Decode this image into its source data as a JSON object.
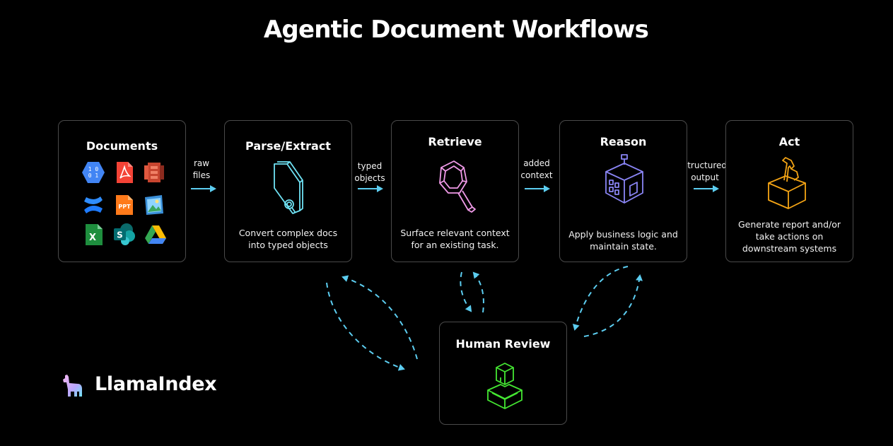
{
  "title": "Agentic Document Workflows",
  "nodes": {
    "documents": {
      "title": "Documents"
    },
    "parse": {
      "title": "Parse/Extract",
      "desc_l1": "Convert complex docs",
      "desc_l2": "into typed objects"
    },
    "retrieve": {
      "title": "Retrieve",
      "desc_l1": "Surface relevant context",
      "desc_l2": "for an existing task."
    },
    "reason": {
      "title": "Reason",
      "desc_l1": "Apply business logic and",
      "desc_l2": "maintain state."
    },
    "act": {
      "title": "Act",
      "desc_l1": "Generate report and/or",
      "desc_l2": "take actions on",
      "desc_l3": "downstream systems"
    },
    "human": {
      "title": "Human Review"
    }
  },
  "edges": {
    "e1": {
      "l1": "raw",
      "l2": "files"
    },
    "e2": {
      "l1": "typed",
      "l2": "objects"
    },
    "e3": {
      "l1": "added",
      "l2": "context"
    },
    "e4": {
      "l1": "structured",
      "l2": "output"
    }
  },
  "doc_icons": {
    "gcs": "gcs-icon",
    "pdf": "pdf-icon",
    "s3": "s3-icon",
    "confluence": "confluence-icon",
    "ppt": "ppt-icon",
    "image": "image-icon",
    "excel": "excel-icon",
    "sharepoint": "sharepoint-icon",
    "drive": "google-drive-icon",
    "ppt_text": "PPT",
    "excel_text": "X",
    "sharepoint_text": "S",
    "gcs_text1": "1 0",
    "gcs_text2": "0 1"
  },
  "brand": {
    "name": "LlamaIndex",
    "icon": "llama-icon"
  },
  "colors": {
    "arrow": "#5ccdf0",
    "parse_icon": "#6fe3f5",
    "retrieve_icon": "#f09ae8",
    "reason_icon": "#8a85f5",
    "act_icon": "#f5a515",
    "human_icon": "#44e632"
  }
}
